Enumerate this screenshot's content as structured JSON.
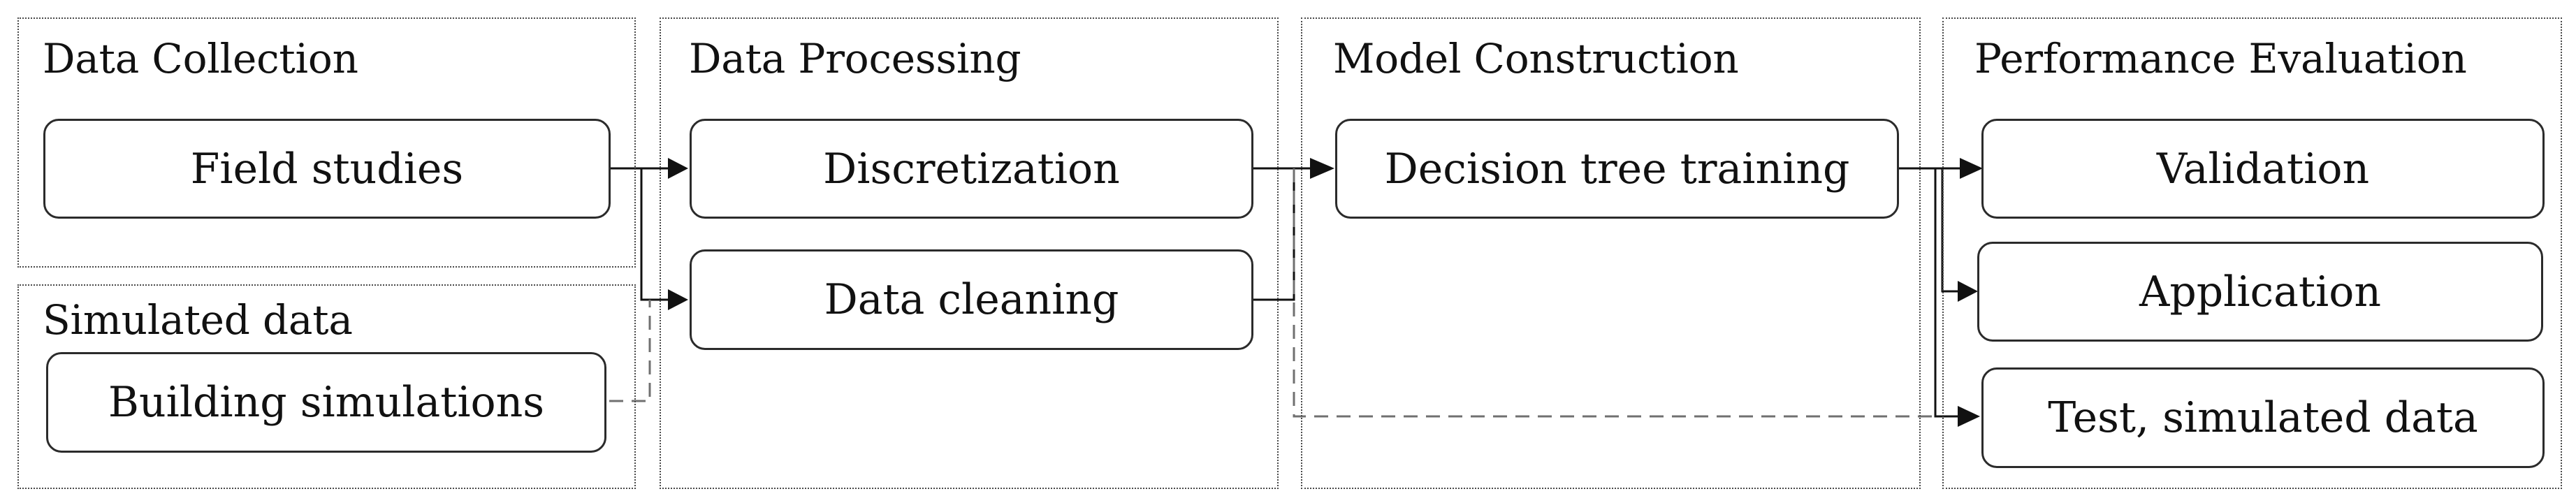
{
  "diagram": {
    "panels": [
      {
        "title": "Data Collection"
      },
      {
        "title": "Simulated data"
      },
      {
        "title": "Data Processing"
      },
      {
        "title": "Model Construction"
      },
      {
        "title": "Performance Evaluation"
      }
    ],
    "nodes": [
      {
        "label": "Field studies"
      },
      {
        "label": "Building  simulations"
      },
      {
        "label": "Discretization"
      },
      {
        "label": "Data cleaning"
      },
      {
        "label": "Decision tree training"
      },
      {
        "label": "Validation"
      },
      {
        "label": "Application"
      },
      {
        "label": "Test, simulated data"
      }
    ]
  }
}
